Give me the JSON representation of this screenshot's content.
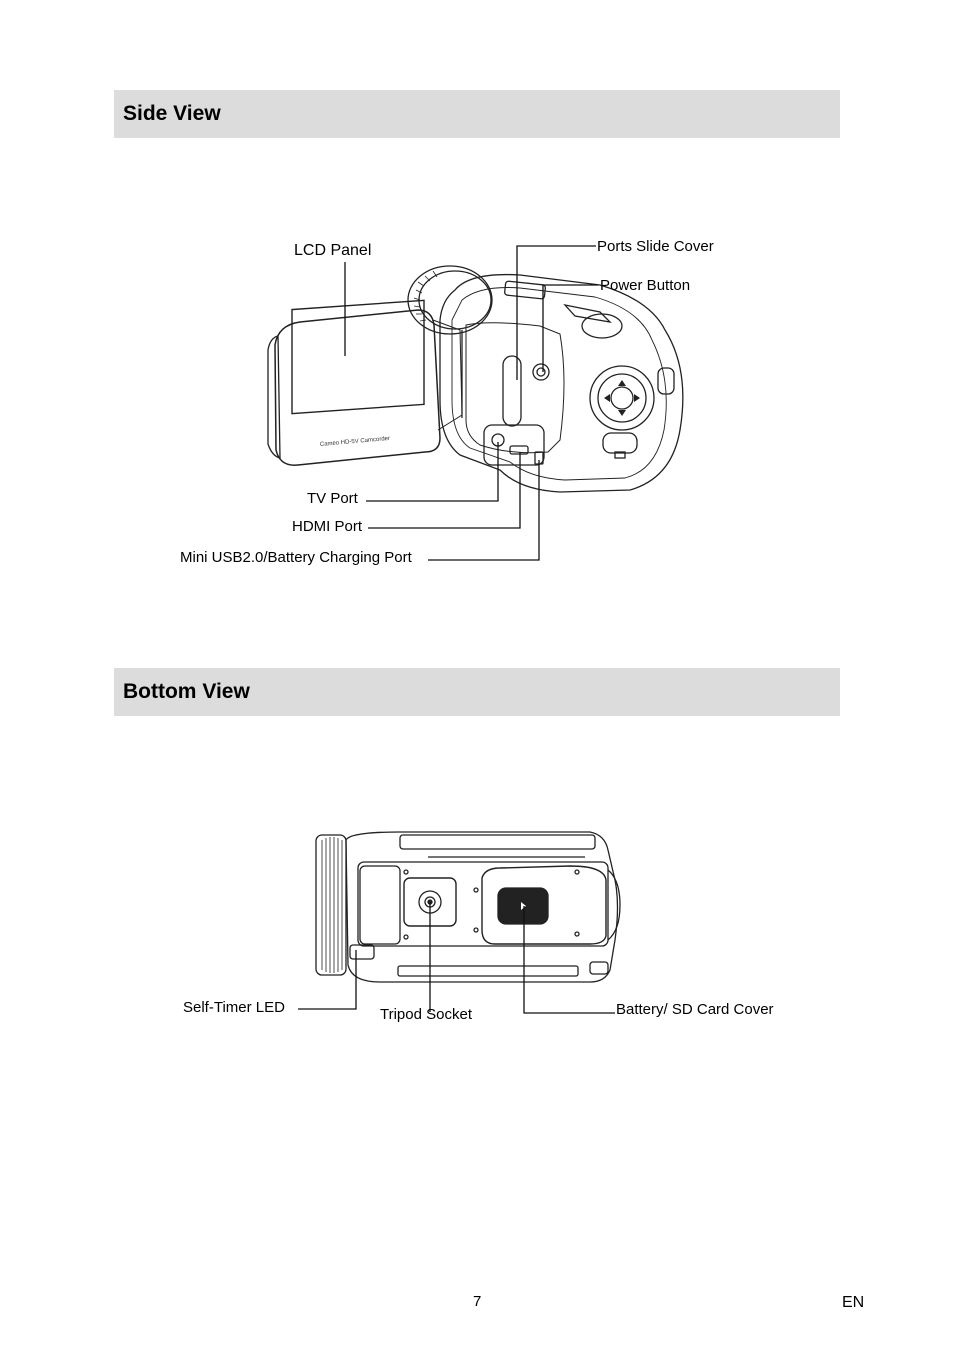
{
  "sections": [
    {
      "title": "Side View"
    },
    {
      "title": "Bottom View"
    }
  ],
  "side_view": {
    "lcd_brand_text": "Cameo HD-5V Camcorder",
    "labels": {
      "lcd_panel": "LCD Panel",
      "ports_slide_cover": "Ports Slide Cover",
      "power_button": "Power Button",
      "tv_port": "TV Port",
      "hdmi_port": "HDMI Port",
      "mini_usb": "Mini USB2.0/Battery Charging Port"
    }
  },
  "bottom_view": {
    "labels": {
      "self_timer_led": "Self-Timer LED",
      "tripod_socket": "Tripod Socket",
      "battery_cover": "Battery/ SD Card Cover"
    }
  },
  "footer": {
    "page_number": "7",
    "language": "EN"
  }
}
